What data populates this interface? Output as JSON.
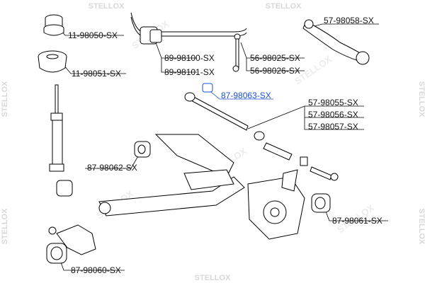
{
  "watermark": "STELLOX",
  "colors": {
    "label": "#111111",
    "highlight": "#1a4fd8",
    "highlight_box": "#1a4fd8"
  },
  "parts": [
    {
      "id": "p1",
      "code": "11-98050-SX"
    },
    {
      "id": "p2",
      "code": "11-98051-SX"
    },
    {
      "id": "p3",
      "code": "89-98100-SX"
    },
    {
      "id": "p4",
      "code": "89-98101-SX"
    },
    {
      "id": "p5",
      "code": "56-98025-SX"
    },
    {
      "id": "p6",
      "code": "56-98026-SX"
    },
    {
      "id": "p7",
      "code": "57-98058-SX"
    },
    {
      "id": "p8",
      "code": "87-98063-SX",
      "highlighted": true
    },
    {
      "id": "p9",
      "code": "57-98055-SX"
    },
    {
      "id": "p10",
      "code": "57-98056-SX"
    },
    {
      "id": "p11",
      "code": "57-98057-SX"
    },
    {
      "id": "p12",
      "code": "87-98062-SX"
    },
    {
      "id": "p13",
      "code": "87-98061-SX"
    },
    {
      "id": "p14",
      "code": "87-98060-SX"
    }
  ]
}
